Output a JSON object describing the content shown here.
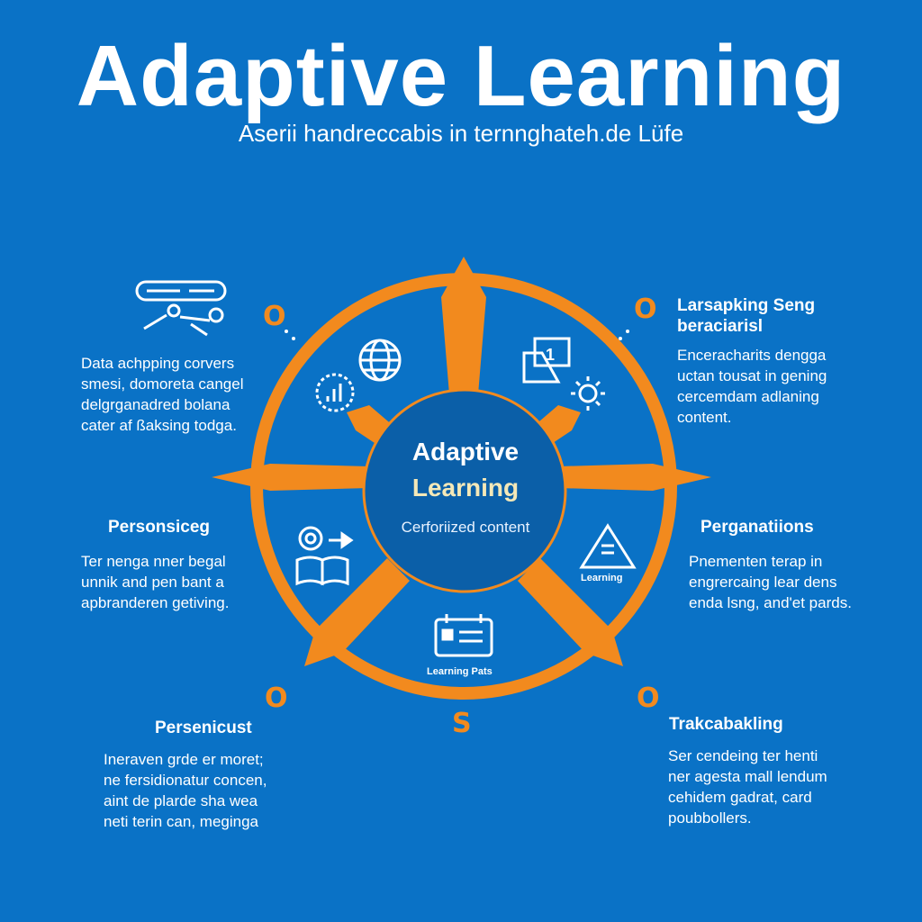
{
  "title": "Adaptive Learning",
  "subtitle": "Aserii handreccabis in ternnghateh.de Lüfe",
  "hub": {
    "line1": "Adaptive",
    "line2": "Learning",
    "caption": "Cerforiized content"
  },
  "left_blocks": [
    {
      "heading": "",
      "lines": [
        "Data achpping corvers",
        "smesi, domoreta cangel",
        "delgrganadred bolana",
        "cater af ßaksing todga."
      ]
    },
    {
      "heading": "Personsiceg",
      "lines": [
        "Ter nenga nner begal",
        "unnik and pen bant a",
        "apbranderen getiving."
      ]
    },
    {
      "heading": "Persenicust",
      "lines": [
        "Ineraven grde er moret;",
        "ne fersidionatur concen,",
        "aint de plarde sha wea",
        "neti terin can, meginga"
      ]
    }
  ],
  "right_blocks": [
    {
      "heading": "Larsapking Seng beraciarisl",
      "lines": [
        "Enceracharits dengga",
        "uctan tousat in gening",
        "cercemdam adlaning",
        "content."
      ]
    },
    {
      "heading": "Perganatiions",
      "lines": [
        "Pnementen terap in",
        "engrercaing lear dens",
        "enda lsng, and'et pards."
      ]
    },
    {
      "heading": "Trakcabakling",
      "lines": [
        "Ser cendeing ter henti",
        "ner agesta mall lendum",
        "cehidem gadrat, card",
        "poubbollers."
      ]
    }
  ],
  "icon_labels": {
    "warning": "Learning",
    "path": "Learning Pats"
  },
  "markers": [
    "O",
    "O",
    "O",
    "O",
    "S"
  ],
  "colors": {
    "background": "#0a72c6",
    "accent": "#f28a1e",
    "hub": "#0b5fa8"
  },
  "icons": [
    "usb-stick-icon",
    "tools-icon",
    "globe-icon",
    "chart-gear-icon",
    "map-number-icon",
    "sun-icon",
    "target-arrow-icon",
    "book-icon",
    "warning-icon",
    "calendar-icon"
  ]
}
